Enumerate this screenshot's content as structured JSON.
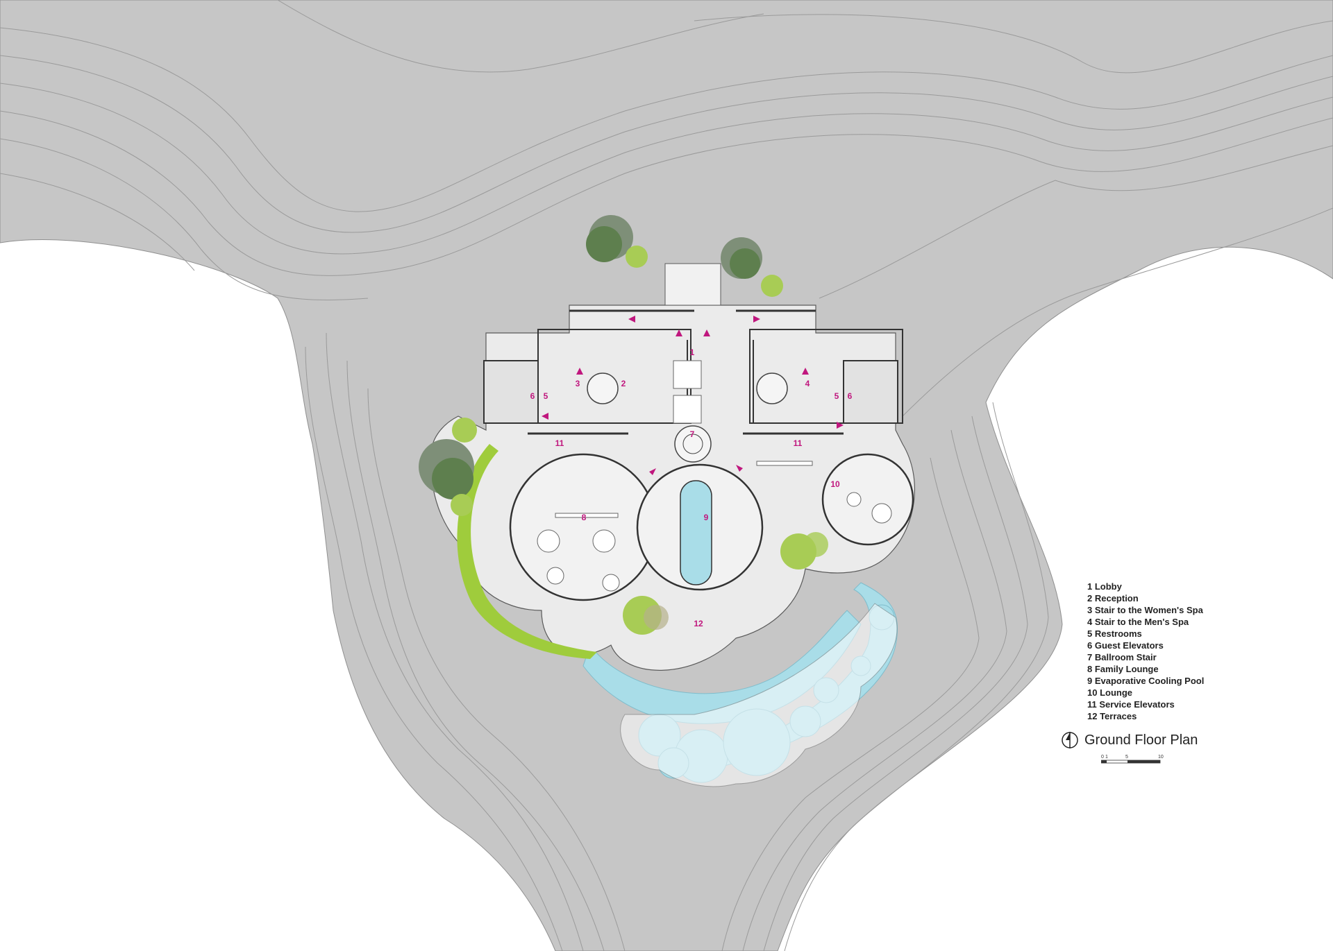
{
  "title": "Ground Floor Plan",
  "legend": [
    "1 Lobby",
    "2 Reception",
    "3 Stair to the Women's Spa",
    "4 Stair to the Men's Spa",
    "5 Restrooms",
    "6 Guest Elevators",
    "7 Ballroom Stair",
    "8 Family Lounge",
    "9 Evaporative Cooling Pool",
    "10 Lounge",
    "11 Service Elevators",
    "12 Terraces"
  ],
  "room_numbers": {
    "lobby": "1",
    "reception": "2",
    "womens_stair": "3",
    "mens_stair": "4",
    "restrooms_left": "5",
    "restrooms_right": "5",
    "elevators_left": "6",
    "elevators_right": "6",
    "ballroom_stair": "7",
    "family_lounge": "8",
    "cooling_pool": "9",
    "lounge": "10",
    "service_left": "11",
    "service_right": "11",
    "terraces": "12"
  },
  "scale_bar": {
    "labels": [
      "0",
      "1",
      "5",
      "10"
    ]
  },
  "colors": {
    "terrain": "#c6c6c6",
    "terrain_line": "#9a9a9a",
    "building_floor": "#ebebeb",
    "wall": "#3a3a3a",
    "water": "#a9dde8",
    "tree_dark": "#5e7f4e",
    "tree_light": "#a8cc55",
    "green_edge": "#9fcc3c",
    "accent": "#c0177e"
  }
}
